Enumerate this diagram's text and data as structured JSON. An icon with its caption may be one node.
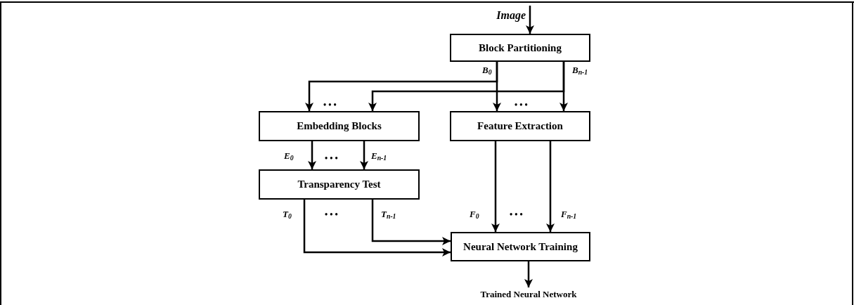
{
  "diagram": {
    "nodes": [
      {
        "text": [
          "Image"
        ]
      },
      {
        "text": [
          "Block Partitioning"
        ]
      },
      {
        "text": [
          "Embedding Blocks"
        ]
      },
      {
        "text": [
          "Feature Extraction"
        ]
      },
      {
        "text": [
          "Transparency Test"
        ]
      },
      {
        "text": [
          "Neural Network Training"
        ]
      },
      {
        "text": [
          "Trained Neural Network"
        ]
      }
    ],
    "edges": [
      {
        "from": 0,
        "to": 1,
        "arrow": "to"
      },
      {
        "from": 1,
        "to": 2,
        "arrow": "to"
      },
      {
        "from": 1,
        "to": 2,
        "arrow": "to"
      },
      {
        "from": 1,
        "to": 3,
        "arrow": "to",
        "label": "B$_{0}$"
      },
      {
        "from": 1,
        "to": 3,
        "arrow": "to",
        "label": "B$_{n-1}$"
      },
      {
        "from": 2,
        "to": 4,
        "arrow": "to",
        "label": "E$_{0}$"
      },
      {
        "from": 2,
        "to": 4,
        "arrow": "to",
        "label": "E$_{n-1}$"
      },
      {
        "from": 3,
        "to": 5,
        "arrow": "to",
        "label": "F$_{0}$"
      },
      {
        "from": 3,
        "to": 5,
        "arrow": "to",
        "label": "F$_{n-1}$"
      },
      {
        "from": 4,
        "to": 5,
        "arrow": "to",
        "label": "T$_{0}$"
      },
      {
        "from": 4,
        "to": 5,
        "arrow": "to",
        "label": "T$_{n-1}$"
      },
      {
        "from": 5,
        "to": 6,
        "arrow": "to"
      }
    ],
    "labels": [
      "• • •",
      "• • •",
      "• • •",
      "• • •",
      "• • •"
    ]
  }
}
